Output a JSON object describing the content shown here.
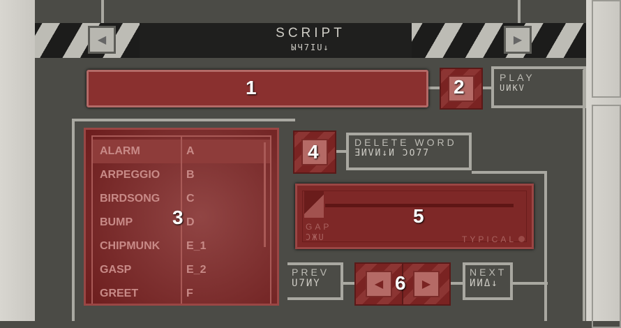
{
  "header": {
    "title": "SCRIPT",
    "title_aurebesh": "ЫЧ7ІՍ↓",
    "prev_icon": "triangle-left-icon",
    "next_icon": "triangle-right-icon"
  },
  "script_field": {
    "marker": "1"
  },
  "play": {
    "marker": "2",
    "label": "PLAY",
    "label_aurebesh": "ՍИΚV"
  },
  "sound_list": {
    "marker": "3",
    "items": [
      {
        "name": "ALARM",
        "key": "A"
      },
      {
        "name": "ARPEGGIO",
        "key": "B"
      },
      {
        "name": "BIRDSONG",
        "key": "C"
      },
      {
        "name": "BUMP",
        "key": "D"
      },
      {
        "name": "CHIPMUNK",
        "key": "E_1"
      },
      {
        "name": "GASP",
        "key": "E_2"
      },
      {
        "name": "GREET",
        "key": "F"
      }
    ]
  },
  "delete_word": {
    "marker": "4",
    "label": "DELETE WORD",
    "label_aurebesh": "ƎИVИ↓И ϽΟ77"
  },
  "gap_slider": {
    "marker": "5",
    "label": "GAP",
    "label_aurebesh": "ϽЖՍ",
    "typical_label": "TYPICAL",
    "value": 0
  },
  "nav": {
    "marker": "6",
    "prev_label": "PREV",
    "prev_aurebesh": "Ս7ИY",
    "next_label": "NEXT",
    "next_aurebesh": "ИИΔ↓"
  }
}
